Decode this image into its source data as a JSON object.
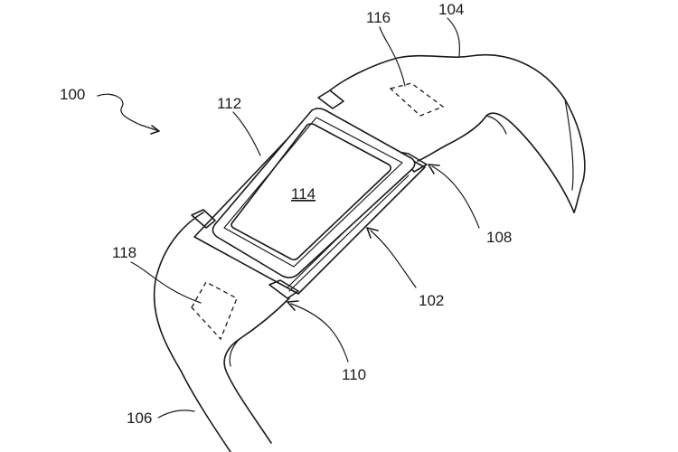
{
  "figure": {
    "labels": {
      "device": "100",
      "strap_upper": "104",
      "strap_lower": "106",
      "module": "102",
      "connector_right": "108",
      "connector_left": "110",
      "housing": "112",
      "display": "114",
      "sensor_upper": "116",
      "sensor_lower": "118"
    }
  }
}
